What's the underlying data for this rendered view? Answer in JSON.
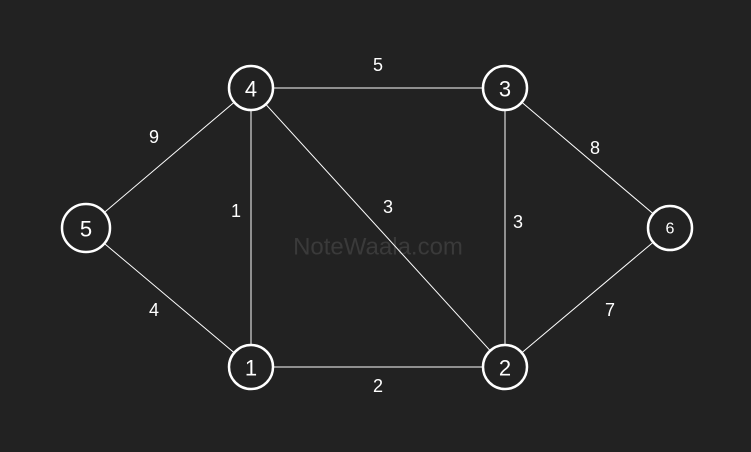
{
  "watermark": "NoteWaala.com",
  "colors": {
    "background": "#222222",
    "stroke": "#ffffff",
    "text": "#ffffff",
    "watermark": "#3a3a3a"
  },
  "nodes": [
    {
      "id": "4",
      "label": "4"
    },
    {
      "id": "3",
      "label": "3"
    },
    {
      "id": "5",
      "label": "5"
    },
    {
      "id": "6",
      "label": "6"
    },
    {
      "id": "1",
      "label": "1"
    },
    {
      "id": "2",
      "label": "2"
    }
  ],
  "edges": [
    {
      "from": "4",
      "to": "3",
      "weight": "5"
    },
    {
      "from": "5",
      "to": "4",
      "weight": "9"
    },
    {
      "from": "4",
      "to": "1",
      "weight": "1"
    },
    {
      "from": "4",
      "to": "2",
      "weight": "3"
    },
    {
      "from": "3",
      "to": "2",
      "weight": "3"
    },
    {
      "from": "3",
      "to": "6",
      "weight": "8"
    },
    {
      "from": "5",
      "to": "1",
      "weight": "4"
    },
    {
      "from": "1",
      "to": "2",
      "weight": "2"
    },
    {
      "from": "6",
      "to": "2",
      "weight": "7"
    }
  ]
}
